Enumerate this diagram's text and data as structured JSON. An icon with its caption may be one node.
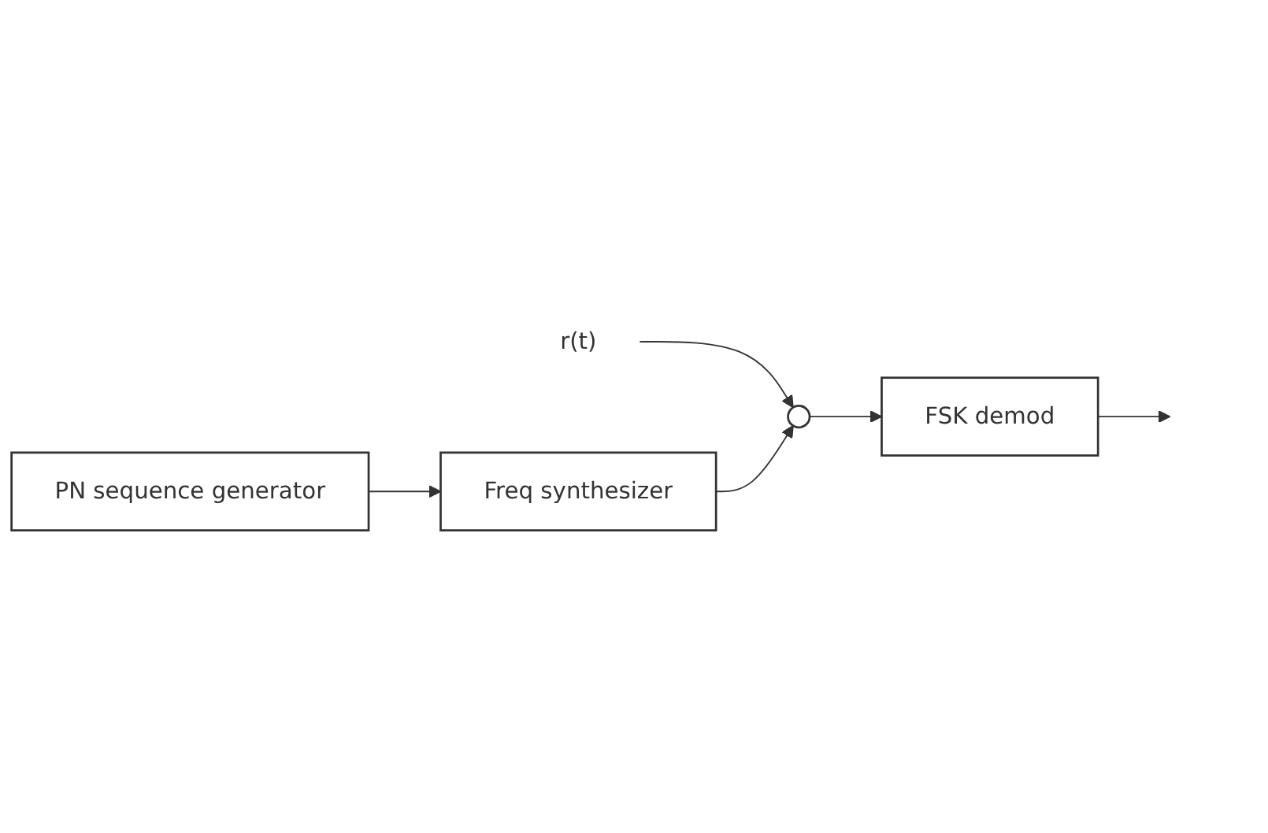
{
  "diagram": {
    "nodes": [
      {
        "text": [
          "r(t)"
        ]
      },
      {
        "text": [],
        "shape": "circle"
      },
      {
        "text": [
          "FSK demod"
        ]
      },
      {
        "text": [
          "Freq synthesizer"
        ]
      },
      {
        "text": [
          "PN sequence generator"
        ]
      }
    ],
    "edges": [
      {
        "from": 0,
        "to": 1,
        "arrow": "to"
      },
      {
        "from": 1,
        "to": 2,
        "arrow": "to"
      },
      {
        "from": 2,
        "to": null,
        "arrow": "to"
      },
      {
        "from": 3,
        "to": 1,
        "arrow": "to"
      },
      {
        "from": 4,
        "to": 3,
        "arrow": "to"
      }
    ]
  }
}
